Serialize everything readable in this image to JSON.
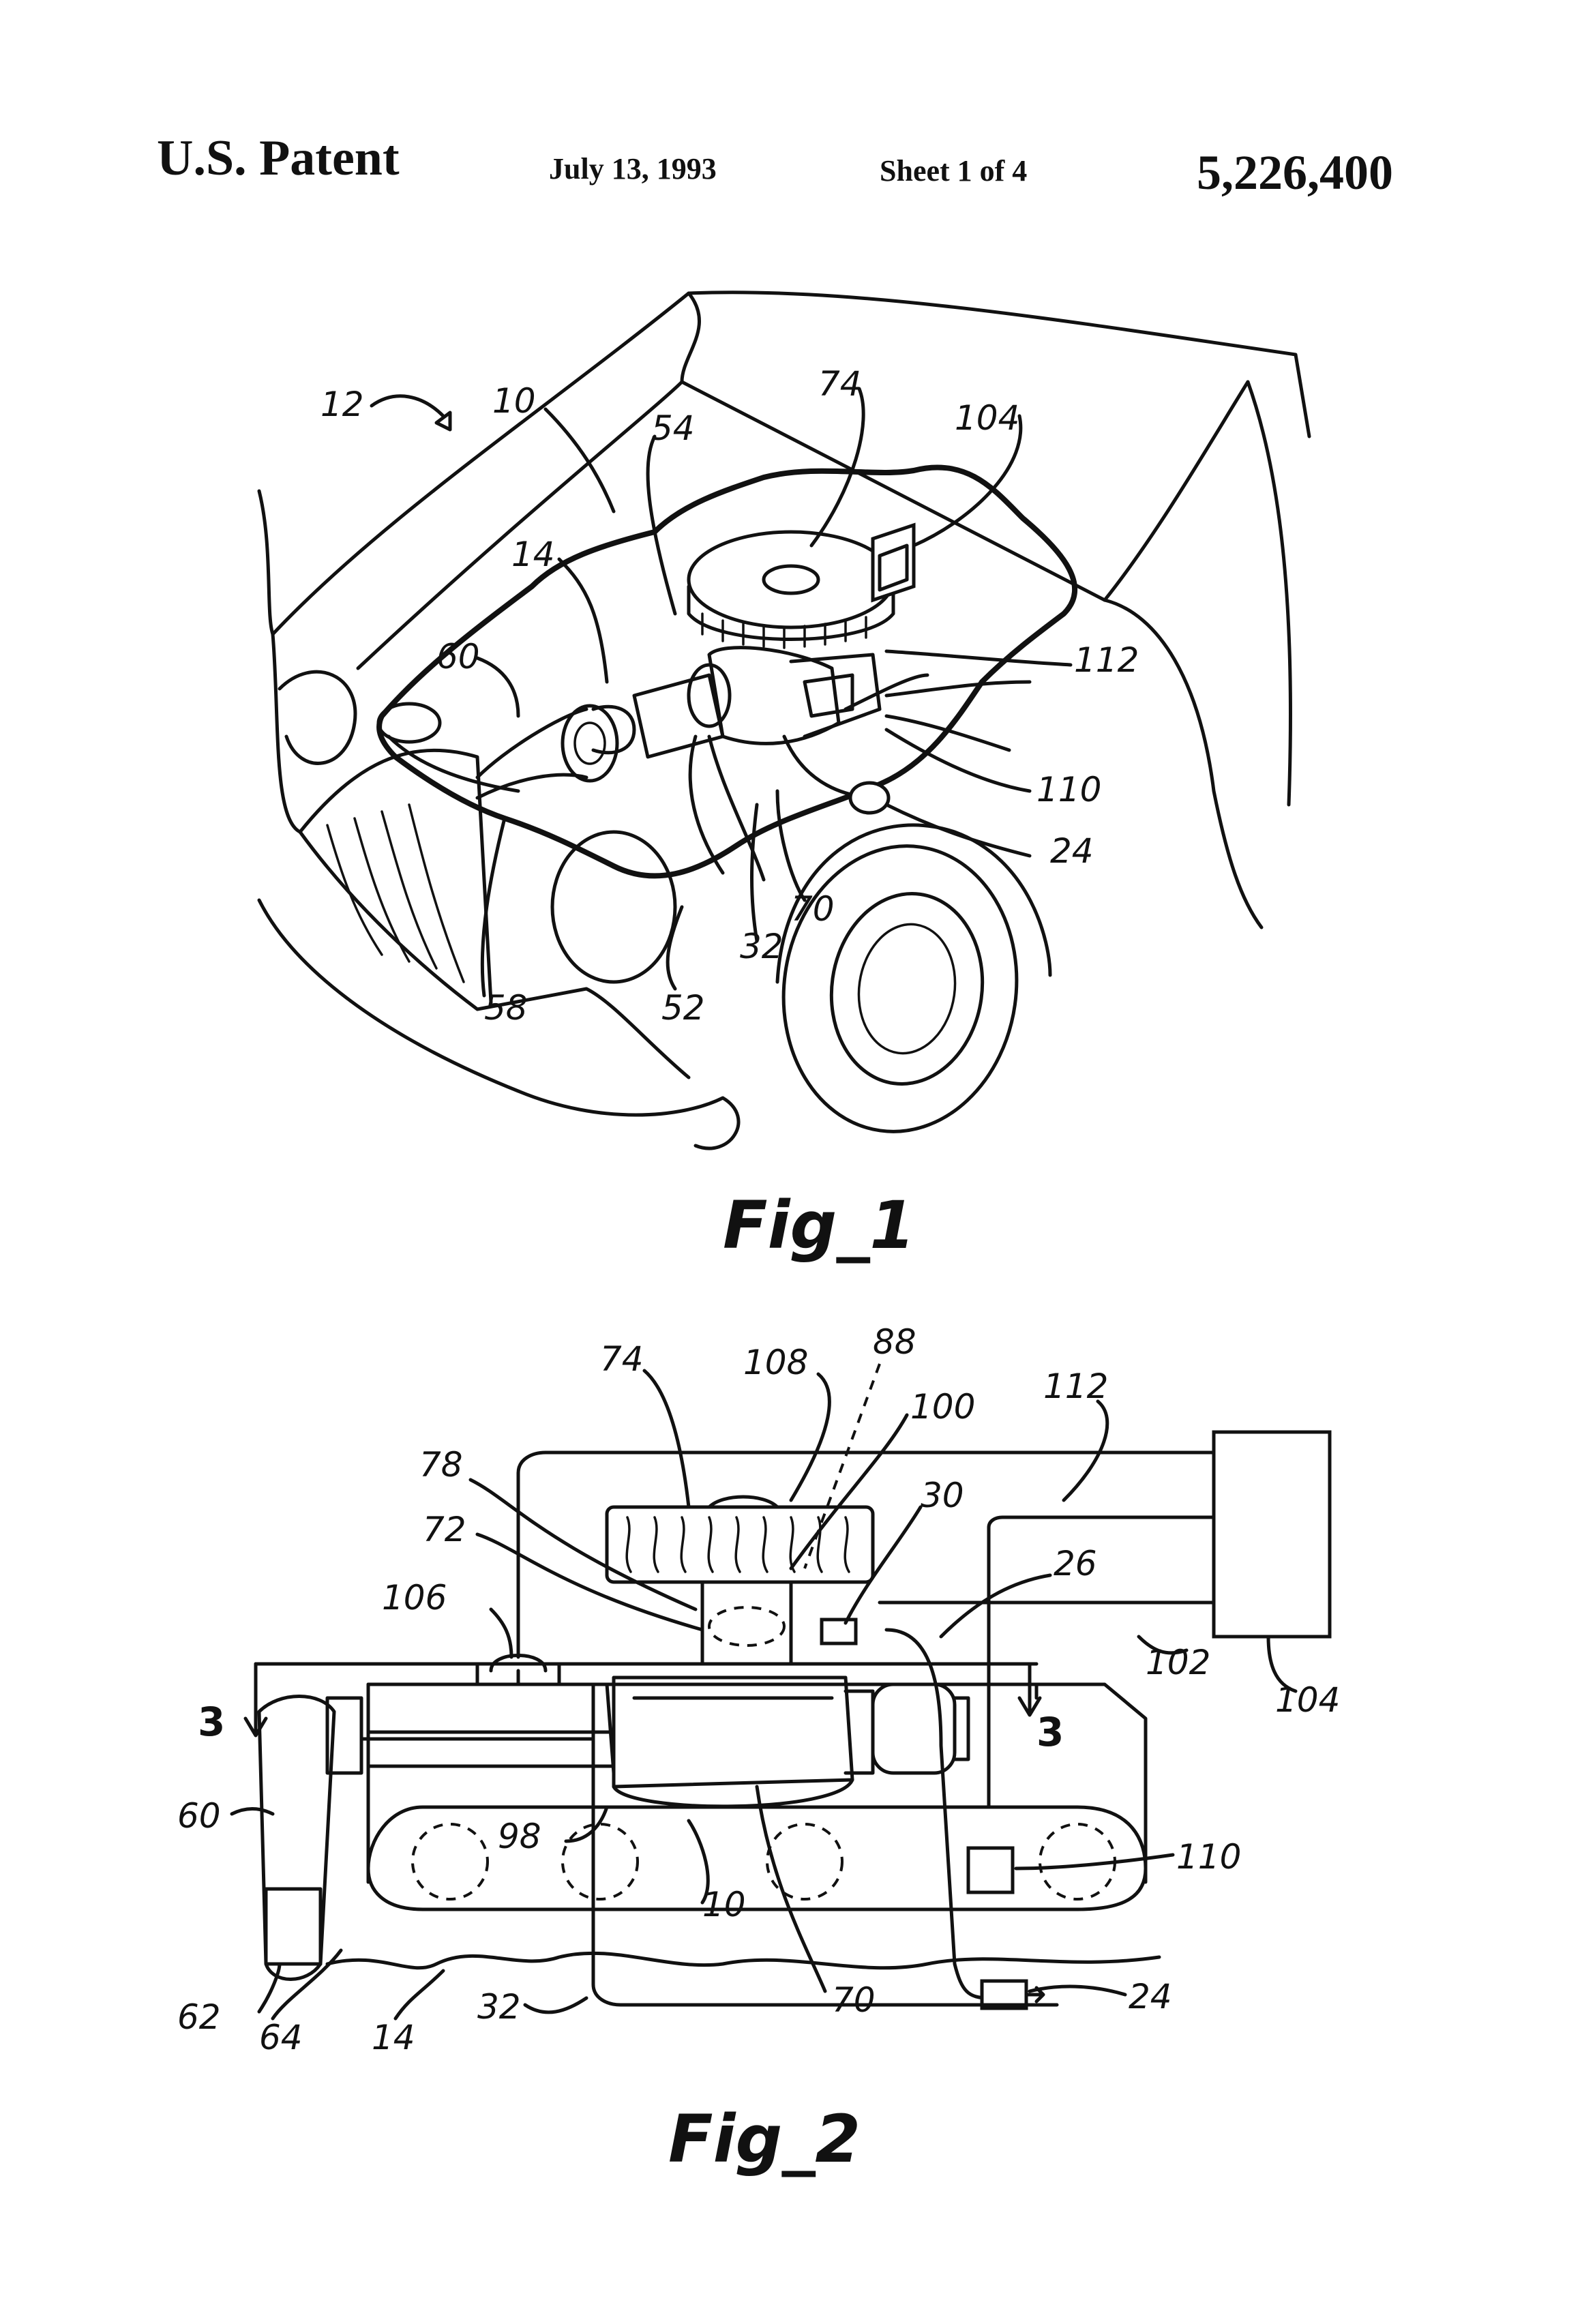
{
  "header": {
    "left": "U.S. Patent",
    "date": "July 13, 1993",
    "sheet": "Sheet 1 of 4",
    "patent_number": "5,226,400"
  },
  "figure1": {
    "label": "Fig_1",
    "refs": [
      "12",
      "10",
      "74",
      "104",
      "54",
      "14",
      "60",
      "112",
      "110",
      "24",
      "70",
      "32",
      "52",
      "58"
    ]
  },
  "figure2": {
    "label": "Fig_2",
    "refs": [
      "74",
      "108",
      "88",
      "112",
      "100",
      "78",
      "30",
      "72",
      "26",
      "106",
      "102",
      "104",
      "3",
      "3",
      "60",
      "98",
      "110",
      "10",
      "62",
      "70",
      "24",
      "64",
      "14",
      "32"
    ]
  }
}
